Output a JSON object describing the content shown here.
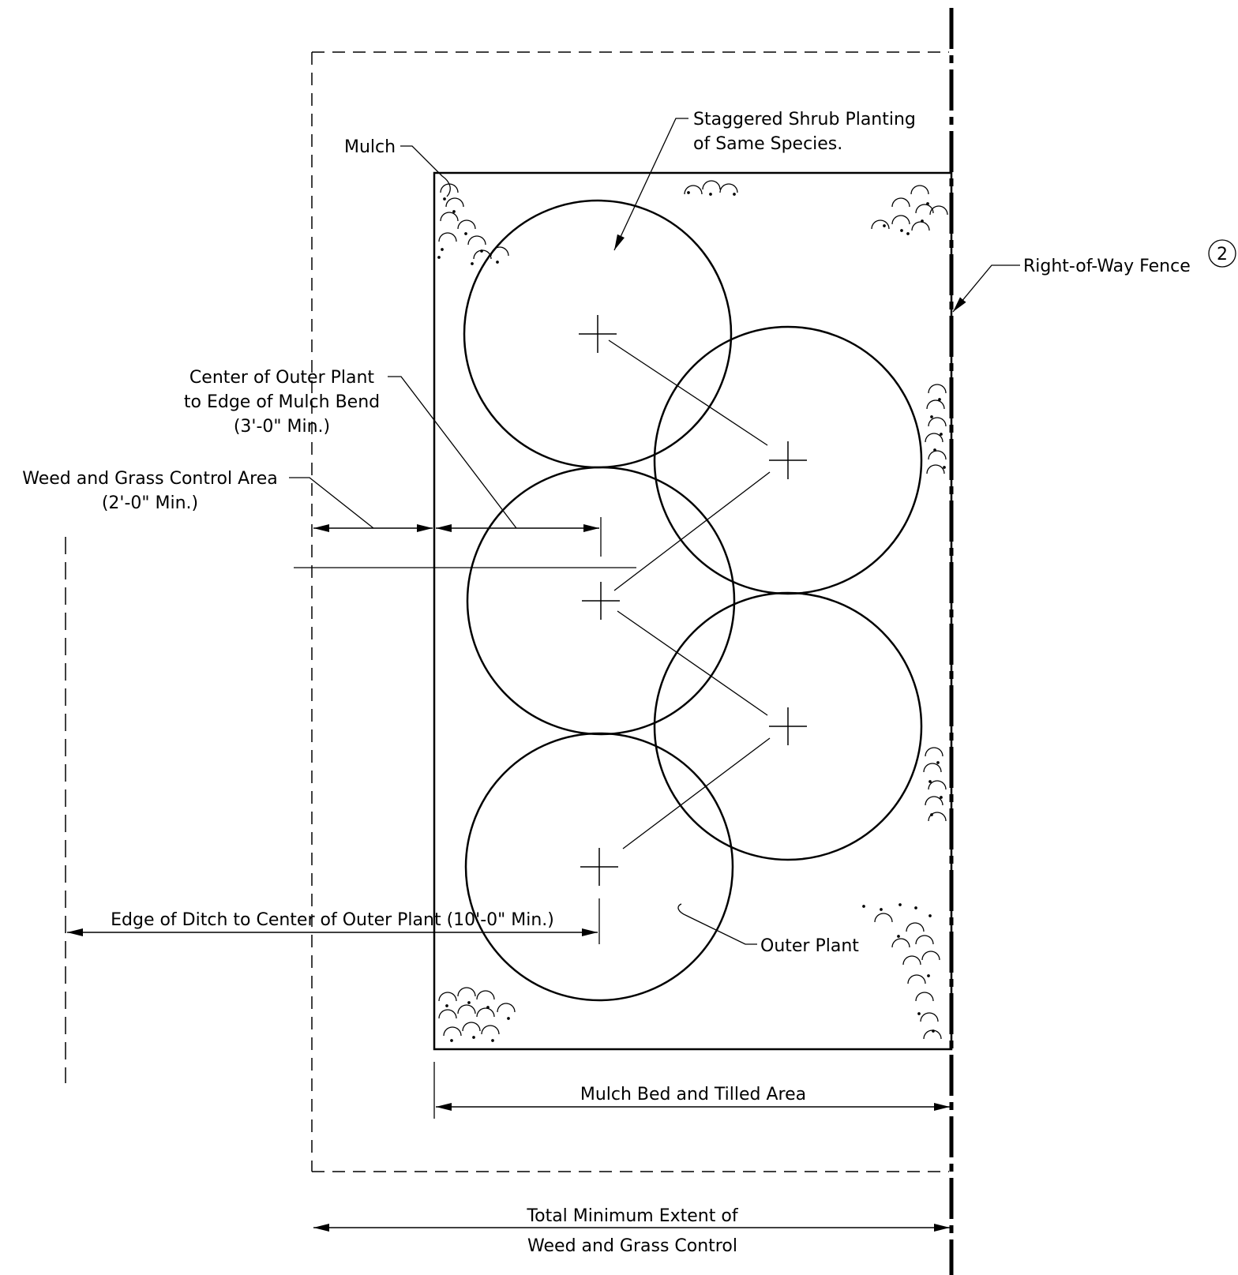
{
  "labels": {
    "staggered_line1": "Staggered Shrub Planting",
    "staggered_line2": "of Same Species.",
    "mulch": "Mulch",
    "row_fence": "Right-of-Way Fence",
    "row_fence_ref": "2",
    "center_outer_line1": "Center of Outer Plant",
    "center_outer_line2": "to Edge of Mulch Bend",
    "center_outer_line3": "(3'-0\" Min.)",
    "weed_line1": "Weed and Grass Control Area",
    "weed_line2": "(2'-0\" Min.)",
    "edge_ditch": "Edge of Ditch to Center of Outer Plant (10'-0\" Min.)",
    "outer_plant": "Outer Plant",
    "mulch_bed": "Mulch Bed and Tilled Area",
    "total_line1": "Total Minimum Extent of",
    "total_line2": "Weed and Grass Control"
  },
  "colors": {
    "ink": "#000000",
    "paper": "#ffffff"
  }
}
